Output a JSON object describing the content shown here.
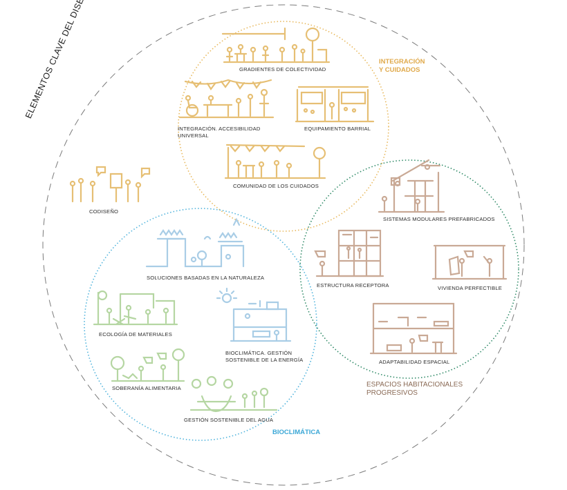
{
  "title": "ELEMENTOS CLAVE DEL DISEÑO INTEGRAL",
  "colors": {
    "integracion": "#e8c277",
    "bioclimatica": "#5fb6dc",
    "espacios": "#2f8a67",
    "espacios_label": "#8a6a55",
    "ink": "#2b2b2b",
    "sketch_yellow": "#e9c57e",
    "sketch_blue": "#a9cde6",
    "sketch_green": "#b5d6a2",
    "sketch_brown": "#c9a995"
  },
  "groups": {
    "integracion": {
      "line1": "INTEGRACIÓN",
      "line2": "Y CUIDADOS"
    },
    "espacios": {
      "line1": "ESPACIOS HABITACIONALES",
      "line2": "PROGRESIVOS"
    },
    "bioclimatica": {
      "label": "BIOCLIMÁTICA"
    }
  },
  "items": {
    "gradientes": "GRADIENTES DE COLECTIVIDAD",
    "integracion_1": "INTEGRACIÓN. ACCESIBILIDAD",
    "integracion_2": "UNIVERSAL",
    "equipamiento": "EQUIPAMIENTO BARRIAL",
    "comunidad": "COMUNIDAD DE LOS CUIDADOS",
    "codiseno": "CODISEÑO",
    "sistemas": "SISTEMAS MODULARES PREFABRICADOS",
    "estructura": "ESTRUCTURA RECEPTORA",
    "vivienda": "VIVIENDA PERFECTIBLE",
    "adaptabilidad": "ADAPTABILIDAD ESPACIAL",
    "soluciones": "SOLUCIONES BASADAS EN LA NATURALEZA",
    "ecologia": "ECOLOGÍA DE MATERIALES",
    "bioclim_1": "BIOCLIMÁTICA. GESTIÓN",
    "bioclim_2": "SOSTENIBLE DE LA ENERGÍA",
    "soberania": "SOBERANÍA ALIMENTARIA",
    "agua": "GESTIÓN SOSTENIBLE DEL AGUA"
  }
}
